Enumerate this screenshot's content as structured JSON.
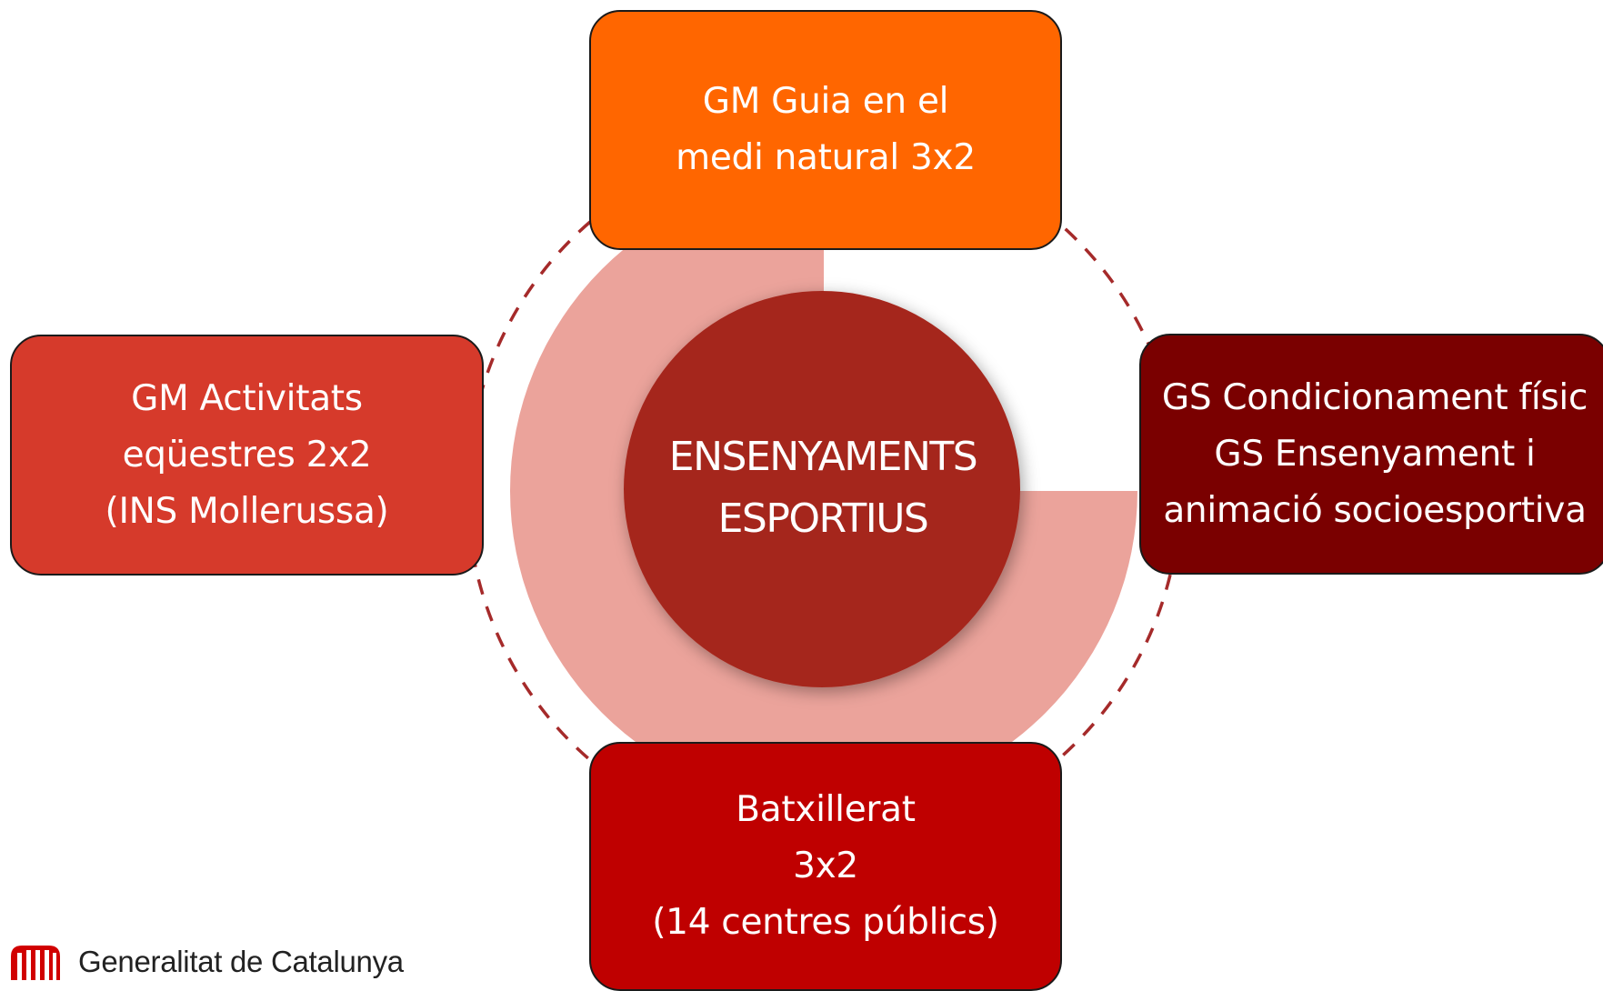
{
  "diagram": {
    "center": {
      "lines": [
        "ENSENYAMENTS",
        "ESPORTIUS"
      ]
    },
    "boxes": {
      "top": {
        "lines": [
          "GM Guia en el",
          "medi natural 3x2"
        ]
      },
      "left": {
        "lines": [
          "GM Activitats",
          "eqüestres 2x2",
          "(INS Mollerussa)"
        ]
      },
      "right": {
        "lines": [
          "GS Condicionament físic",
          "GS Ensenyament i",
          "animació socioesportiva"
        ]
      },
      "bottom": {
        "lines": [
          "Batxillerat",
          "3x2",
          "(14 centres públics)"
        ]
      }
    },
    "colors": {
      "top_box": "#ff6600",
      "left_box": "#d63a2b",
      "right_box": "#7a0000",
      "bottom_box": "#bf0000",
      "center_circle": "#a5281e",
      "ring": "#eba39b",
      "dashed_circle": "#a52a2a"
    }
  },
  "footer": {
    "logo_icon": "generalitat-emblem-icon",
    "org_name": "Generalitat de Catalunya"
  }
}
